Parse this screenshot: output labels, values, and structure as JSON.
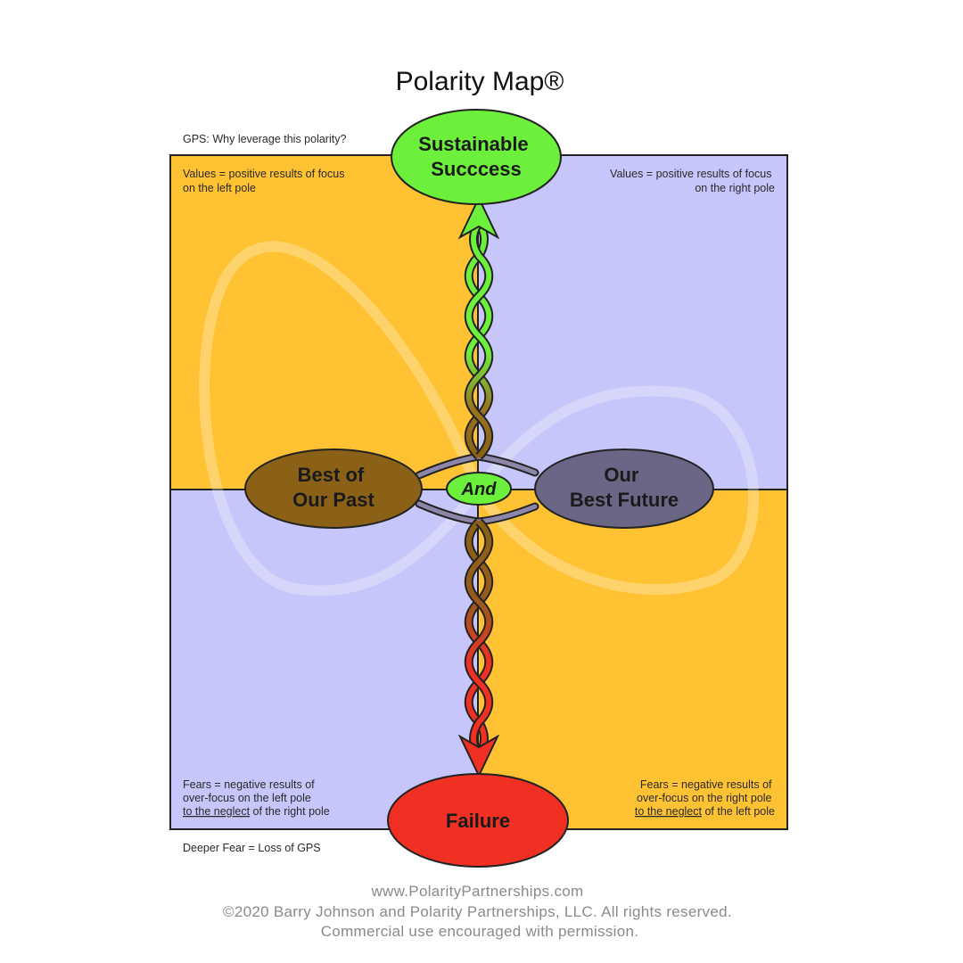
{
  "title": "Polarity Map®",
  "gps_label": "GPS: Why leverage this polarity?",
  "deeper_fear": "Deeper Fear = Loss of GPS",
  "quadrants": {
    "upper_left": [
      "Values = positive results of focus",
      "on the left pole"
    ],
    "upper_right": [
      "Values = positive results of focus",
      "on the right pole"
    ],
    "lower_left": {
      "line1": "Fears = negative results of",
      "line2": "over-focus on the left pole",
      "underlined": "to the neglect",
      "rest": " of the right pole"
    },
    "lower_right": {
      "line1": "Fears = negative results of",
      "line2": "over-focus on the right pole",
      "underlined": "to the neglect",
      "rest": " of the left pole"
    }
  },
  "top_goal": [
    "Sustainable",
    "Succcess"
  ],
  "bottom_outcome": "Failure",
  "left_pole": [
    "Best of",
    "Our Past"
  ],
  "right_pole": [
    "Our",
    "Best Future"
  ],
  "connector": "And",
  "footer": [
    "www.PolarityPartnerships.com",
    "©2020 Barry Johnson and Polarity Partnerships, LLC. All rights reserved.",
    "Commercial use encouraged with permission."
  ],
  "colors": {
    "orange": "#FFC233",
    "lavender": "#C6C6FA",
    "green": "#6CF03C",
    "red": "#EF3023",
    "left_pole": "#8A6116",
    "right_pole": "#6B6685",
    "stroke": "#222222"
  }
}
